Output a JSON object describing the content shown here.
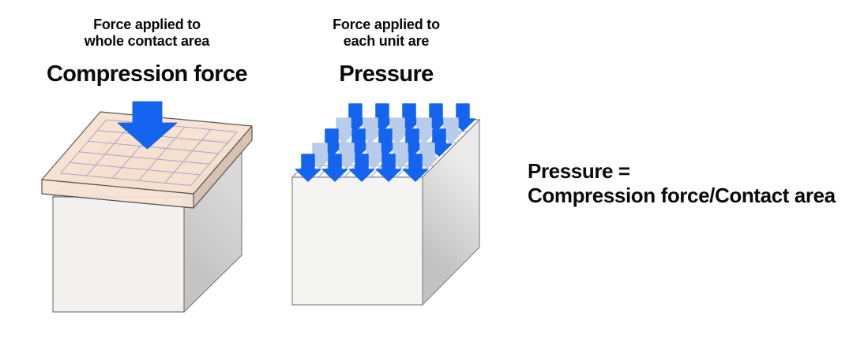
{
  "colors": {
    "arrow_blue": "#1464F0",
    "arrow_light_blue": "#B9CCEA",
    "plate_top": "#F8E0CE",
    "plate_front": "#F7E3D5",
    "plate_side": "#D8C0B0",
    "plate_grid_line": "#A8A5C8",
    "cube_front": "#F2F1EF",
    "cube_side": "#C9C9C9",
    "top_grid_line": "#7FA3DC",
    "outline": "#6E6E6E",
    "text": "#0A0A0A"
  },
  "left_figure": {
    "caption": [
      "Force applied to",
      "whole contact area"
    ],
    "title": "Compression force",
    "arrow_count": 1
  },
  "middle_figure": {
    "caption": [
      "Force applied to",
      "each unit are"
    ],
    "title": "Pressure",
    "arrow_grid": {
      "rows": 5,
      "cols": 5,
      "row_colors": [
        "blue",
        "light",
        "blue",
        "light",
        "blue"
      ]
    }
  },
  "formula": {
    "line1": "Pressure =",
    "line2": "Compression force/Contact area"
  }
}
